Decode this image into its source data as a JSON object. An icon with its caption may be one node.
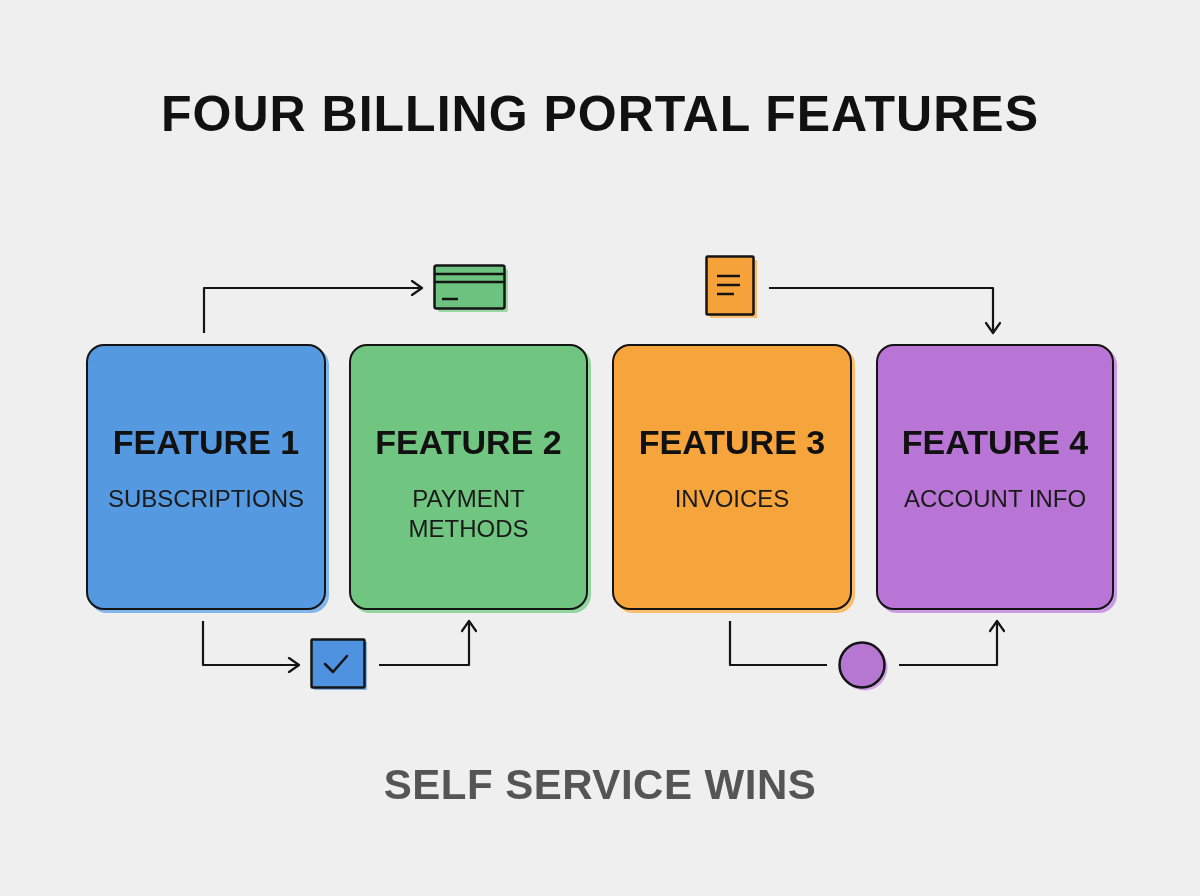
{
  "diagram": {
    "title": "FOUR BILLING PORTAL FEATURES",
    "nodes": [
      {
        "text": [
          "FEATURE 1",
          "SUBSCRIPTIONS"
        ]
      },
      {
        "text": [
          "FEATURE 2",
          "PAYMENT METHODS"
        ]
      },
      {
        "text": [
          "FEATURE 3",
          "INVOICES"
        ]
      },
      {
        "text": [
          "FEATURE 4",
          "ACCOUNT INFO"
        ]
      },
      {
        "text": [],
        "shape": "picture"
      },
      {
        "text": [],
        "shape": "picture"
      },
      {
        "text": [],
        "shape": "picture"
      },
      {
        "text": [],
        "shape": "circle"
      }
    ],
    "edges": [
      {
        "from": 0,
        "to": 4,
        "arrow": "to"
      },
      {
        "from": 5,
        "to": 3,
        "arrow": "to"
      },
      {
        "from": 0,
        "to": 6,
        "arrow": "to"
      },
      {
        "from": 6,
        "to": 1,
        "arrow": "to"
      },
      {
        "from": 2,
        "to": 7,
        "arrow": "none"
      },
      {
        "from": 7,
        "to": 3,
        "arrow": "to"
      }
    ],
    "caption": "SELF SERVICE WINS"
  }
}
